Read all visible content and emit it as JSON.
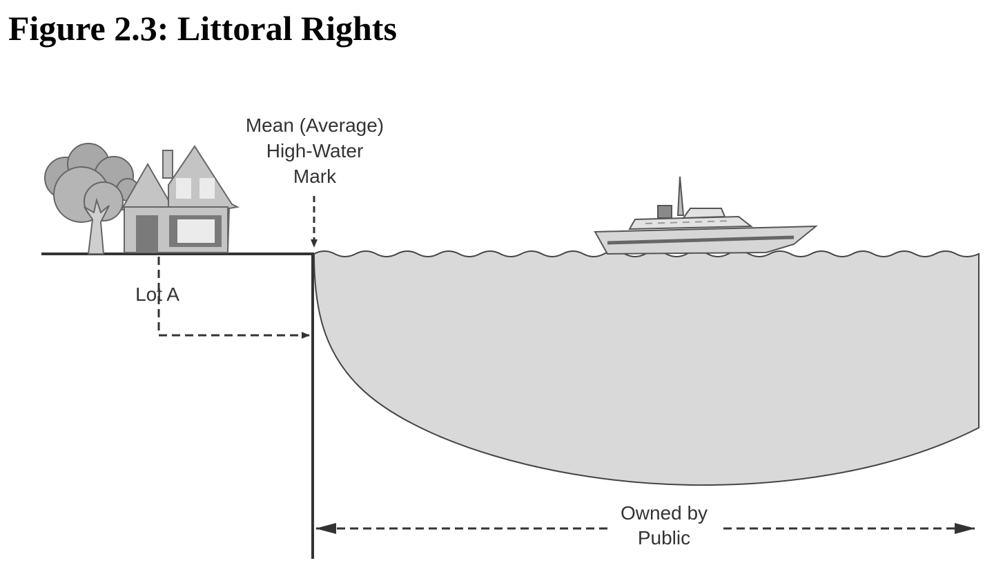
{
  "title": "Figure 2.3: Littoral Rights",
  "labels": {
    "high_water_line1": "Mean (Average)",
    "high_water_line2": "High-Water",
    "high_water_line3": "Mark",
    "lot": "Lot A",
    "public_line1": "Owned by",
    "public_line2": "Public"
  },
  "colors": {
    "water": "#d9d9d9",
    "house": "#c4c4c4",
    "house_dark": "#7a7a7a",
    "tree": "#a8a8a8",
    "ink": "#333333"
  },
  "icons": [
    "tree-icon",
    "house-icon",
    "boat-icon"
  ]
}
